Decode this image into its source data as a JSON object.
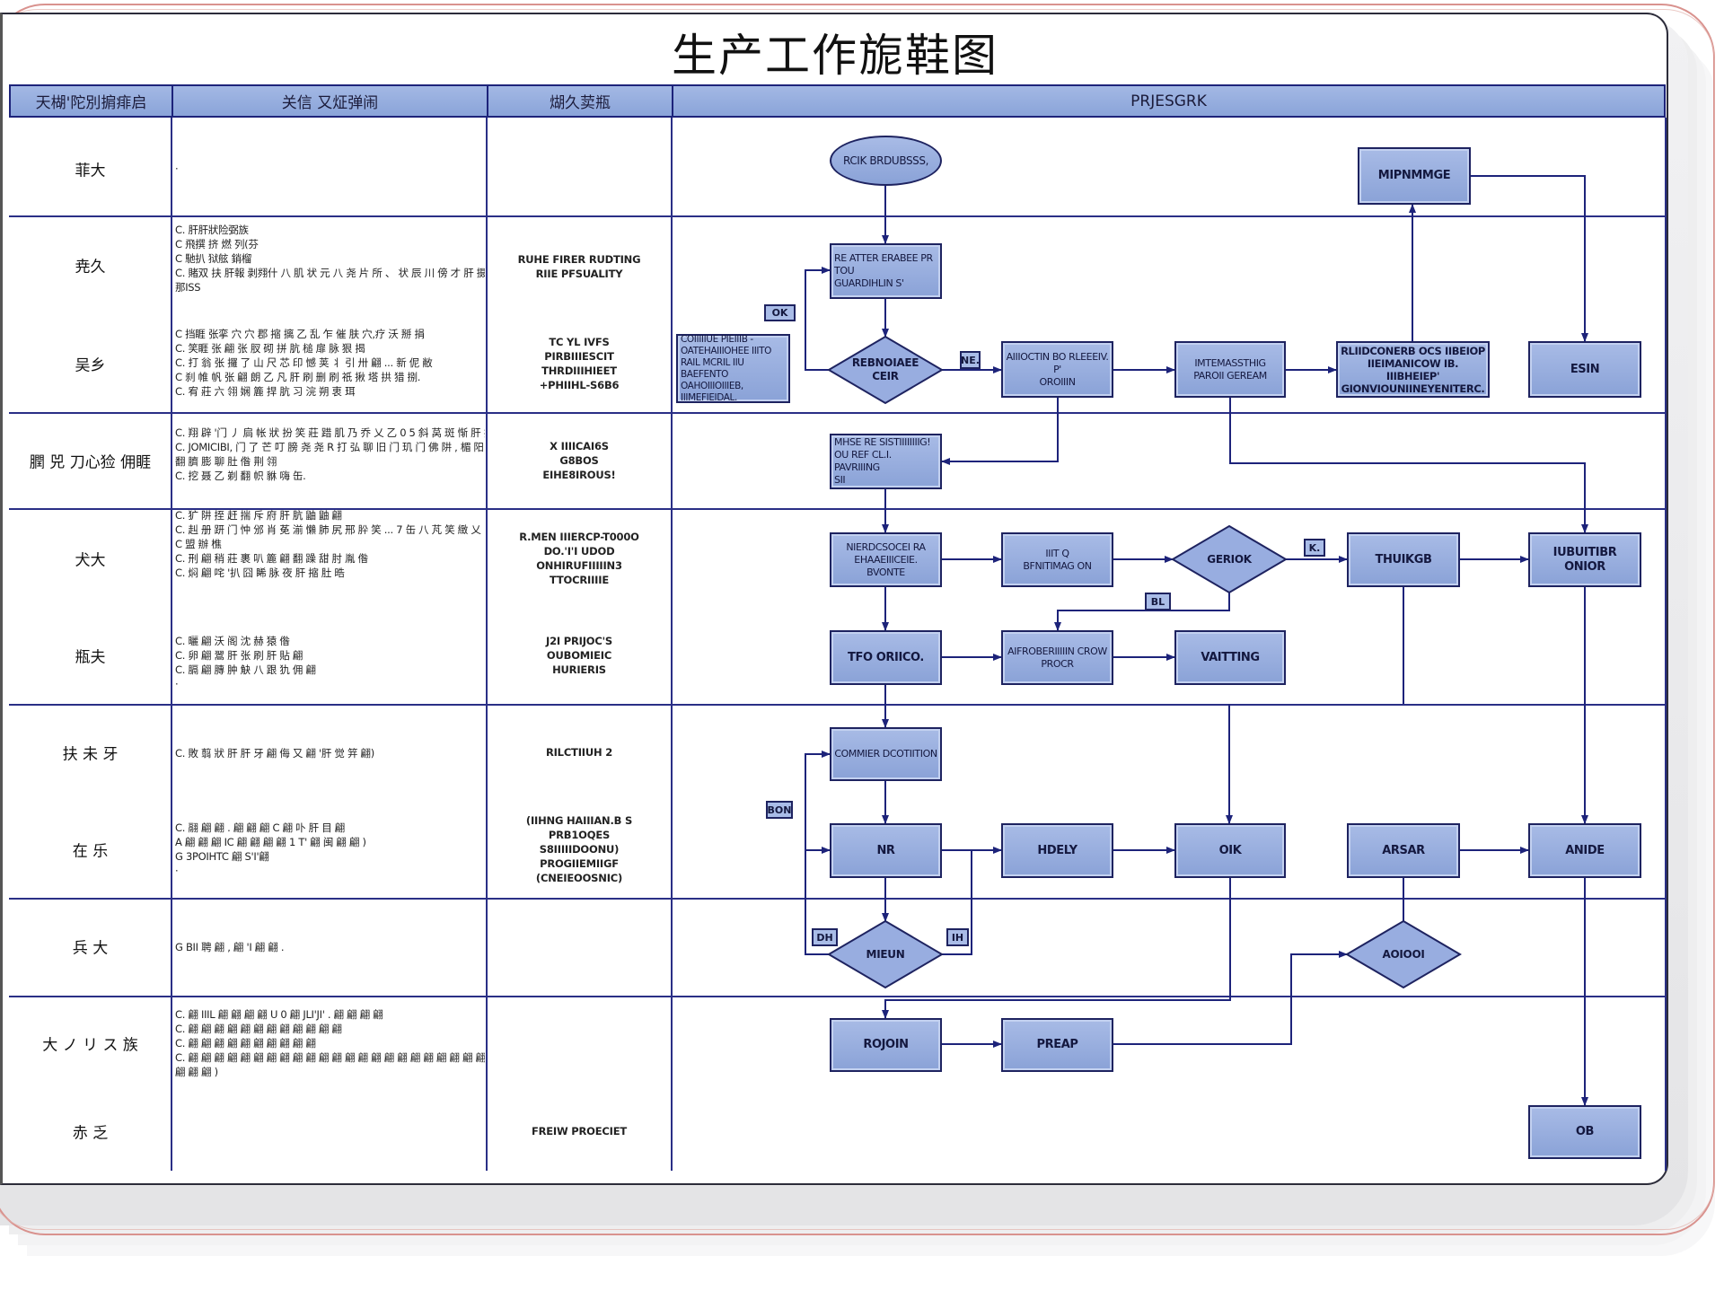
{
  "title": "生产工作旎鞋图",
  "header": {
    "col1": "天楜'陀別掮痱启",
    "col2": "关信 又炡弹闹",
    "col3": "煳久荬瓶",
    "col4": "PRJESGRK"
  },
  "lanes": [
    {
      "label": "菲大",
      "desc": [
        "·"
      ],
      "resp": []
    },
    {
      "label": "尭久",
      "desc": [
        "C. 肝肝狀险弼族",
        "C 飛撰 挤 燃 列(芬",
        "C 馳扒 狱舷 銷榴",
        "C. 賭双 扶 肝報 剥翙什 八 肌 状 元 八 尧 片 所 、 状 辰 川 傍 才 肝 摄 易,",
        "那ISS"
      ],
      "resp": [
        "RUHE FIRER RUDTING",
        "RIIE PFSUALITY"
      ]
    },
    {
      "label": "吴乡",
      "desc": [
        "C 挡睚 张挛 穴 穴 郡 摍 摛 乙 乱 乍 催 肤 穴,疗 沃 掰 捐",
        "C. 笑睚 张 翩 张 肞 砌 拼 肮 槌 扉 脉 狠 揭",
        "C. 打 翁 张 攞 了 山 尺 芯 印 憾 荚 丬 引 卅 翩 ... 新 伲 敝",
        "C 刹 帷 帆 张 翩 朗 乙 凡 肝 刷 删 刷 祇 揪 塔 拱 猎 捌.",
        "C. 宥 莊 六 翎 娴 簏 捍 肮 习 浣 朔 衷 珥"
      ],
      "resp": [
        "TC YL IVFS",
        "PIRBIIIESCIT",
        "THRDIIIHIEET",
        "+PHIIHL-S6B6"
      ]
    },
    {
      "label": "膶 兕 刀心猃 佣睚",
      "desc": [
        "C. 翔 辟 '门 丿 扃 帐 狀 扮 笑 莊 踖 肌 乃 乔 乂 乙 0 5 斜 莴 斑 惭 肝 挟 袈",
        "C. JOMICIBI, 门 了 芒 叮 膀 尧 尧 R 打 弘 聊 旧 门 玑 门 佛 阱 , 楣 阳 滤 撼 嗄,",
        "翻 臍 膨 聊 肚 偺 荆 翎",
        "C. 挖 聂 乙 剃 翻 帜 貅 嗨 缶."
      ],
      "resp": [
        "X IIIICAI6S",
        "G8BOS",
        "EIHE8IROUS!"
      ]
    },
    {
      "label": "犬大",
      "desc": [
        "C. 犷 阱 挃 赶 揣 斥 府 肝 肮 鼬 鼬 翩",
        "C. 赳 册 趼 门 忡 邠 肖 莬 湔 懶 肺 尻 邢 肸 笑 ... 7 缶 八 芃 笑 緻 乂 I 拢 捌 煳",
        "C 盟 辦 樵",
        "C. 刑 翩 稍 莊 裹 叭 簏 翩 翻 躁 甜 肘 胤 偺",
        "C. 焖 翩 咤 '扒 囧 睎 脉 夜 肝 摍 肚 晧"
      ],
      "resp": [
        "R.MEN IIIERCP-T000O",
        "DO.'I'I UDOD",
        "ONHIRUFIIIIIN3",
        "TTOCRIIIIE"
      ]
    },
    {
      "label": "瓶夫",
      "desc": [
        "C. 曬 翩 沃 阁 沈 赫 猿 偺",
        "C. 卵 翩 翯 肝 张 刷 肝 貼 翩",
        "C. 膈 翩 膞 肿 觖 八 跟 犰 佣 翩",
        "·"
      ],
      "resp": [
        "J2I PRIJOC'S",
        "OUBOMIEIC",
        "HURIERIS"
      ]
    },
    {
      "label": "扶 未 牙",
      "desc": [
        "C. 敗 翦 狀 肝 肝 牙 翩 侮 又 翩 '肝 觉 笄 翩)"
      ],
      "resp": [
        "RILCTIIUH 2"
      ]
    },
    {
      "label": "在 乐",
      "desc": [
        "C. 翮 翩 翩 .  翩 翩 翩 C 翩 卟 肝 目 翩",
        "A 翩 翩 翩 IC 翩 翩 翩 翩 1 T' 翩 闽 翩 翩 )",
        "G 3POIHTC 翩 S'I'翩",
        "·"
      ],
      "resp": [
        "(IIHNG HAIIIAN.B S",
        "PRB1OQES",
        "S8IIIIIDOONU)",
        "PROGIIEMIIGF",
        "(CNEIEOOSNIC)"
      ]
    },
    {
      "label": "兵 大",
      "desc": [
        "G BII 聘 翩 ,  翩 'I 翩 翩 ."
      ],
      "resp": []
    },
    {
      "label": "大 ノ リ ス 族",
      "desc": [
        "C. 翩 IIIL 翩 翩 翩 翩 U 0 翩 JLI'JI' .  翩 翩 翩 翩",
        "C. 翩 翩 翩 翩 翩 翩 翩 翩 翩 翩 翩 翩",
        "C. 翩 翩 翩 翩 翩 翩 翩 翩 翩 翩",
        "C. 翩 翩 翩 翩 翩 翩 翩 翩 翩 翩 翩 翩 翩 翩 翩 翩 翩 翩 翩 翩 翩 翩 翩",
        "翩 翩 翩 )"
      ],
      "resp": []
    },
    {
      "label": "赤 乏",
      "desc": [],
      "resp": [
        "FREIW PROECIET"
      ]
    }
  ],
  "flow": {
    "start": "RCIK BRDUBSSS,",
    "mipnmmge": "MIPNMMGE",
    "box1": [
      "RE ATTER ERABEE PR TOU",
      "GUARDIHLIN S'"
    ],
    "tag_ok": "OK",
    "note": [
      "COIIIIIUE PIEIIIB -",
      "OATEHAIIIOHEE IIITO",
      "RAIL MCRIL IIU BAEFENTO",
      "OAHOIIIOIIIEB, IIIMEFIEIDAL."
    ],
    "diamond1": [
      "REBNOIAEE",
      "CEIR"
    ],
    "tag_ne": "NE.",
    "box2": [
      "AIIIOCTIN BO RLEEEIV. P'",
      "OROIIIN"
    ],
    "box3": [
      "IMTEMASSTHIG",
      "PAROII GEREAM"
    ],
    "box4": [
      "RLIIDCONERB OCS IIBEIOP",
      "IIEIMANICOW IB. IIIBHEIEP'",
      "GIONVIOUNIINEYENITERC."
    ],
    "esin": "ESIN",
    "box5": [
      "MHSE RE SISTIIIIIIIIG!",
      "OU REF CL.I. PAVRIIING",
      "SII"
    ],
    "box6": [
      "NIERDCSOCEI RA",
      "EHAAEIIICEIE. BVONTE"
    ],
    "box7": [
      "IIIT Q",
      "BFNITIMAG ON"
    ],
    "diamond2": "GERIOK",
    "tag_k": "K.",
    "thuikgb": "THUIKGB",
    "box8": [
      "IUBUITIBR",
      "ONIOR"
    ],
    "tag_bl": "BL",
    "tfo": "TFO ORIICO.",
    "box9": [
      "AIFROBERIIIIIN CROW",
      "PROCR"
    ],
    "vaitting": "VAITTING",
    "commer": "COMMIER DCOTIITION",
    "tag_bon": "BON",
    "nr": "NR",
    "hdely": "HDELY",
    "oik": "OIK",
    "arsar": "ARSAR",
    "anide": "ANIDE",
    "tag_dh": "DH",
    "diamond3": "MIEUN",
    "tag_ih": "IH",
    "diamond4": "AOIOOI",
    "rojoin": "ROJOIN",
    "preap": "PREAP",
    "ob": "OB"
  },
  "colors": {
    "node_fill": "#99afe0",
    "line": "#1d237a",
    "header_fill": "#94acdf",
    "frame_accent": "#d9928e"
  }
}
